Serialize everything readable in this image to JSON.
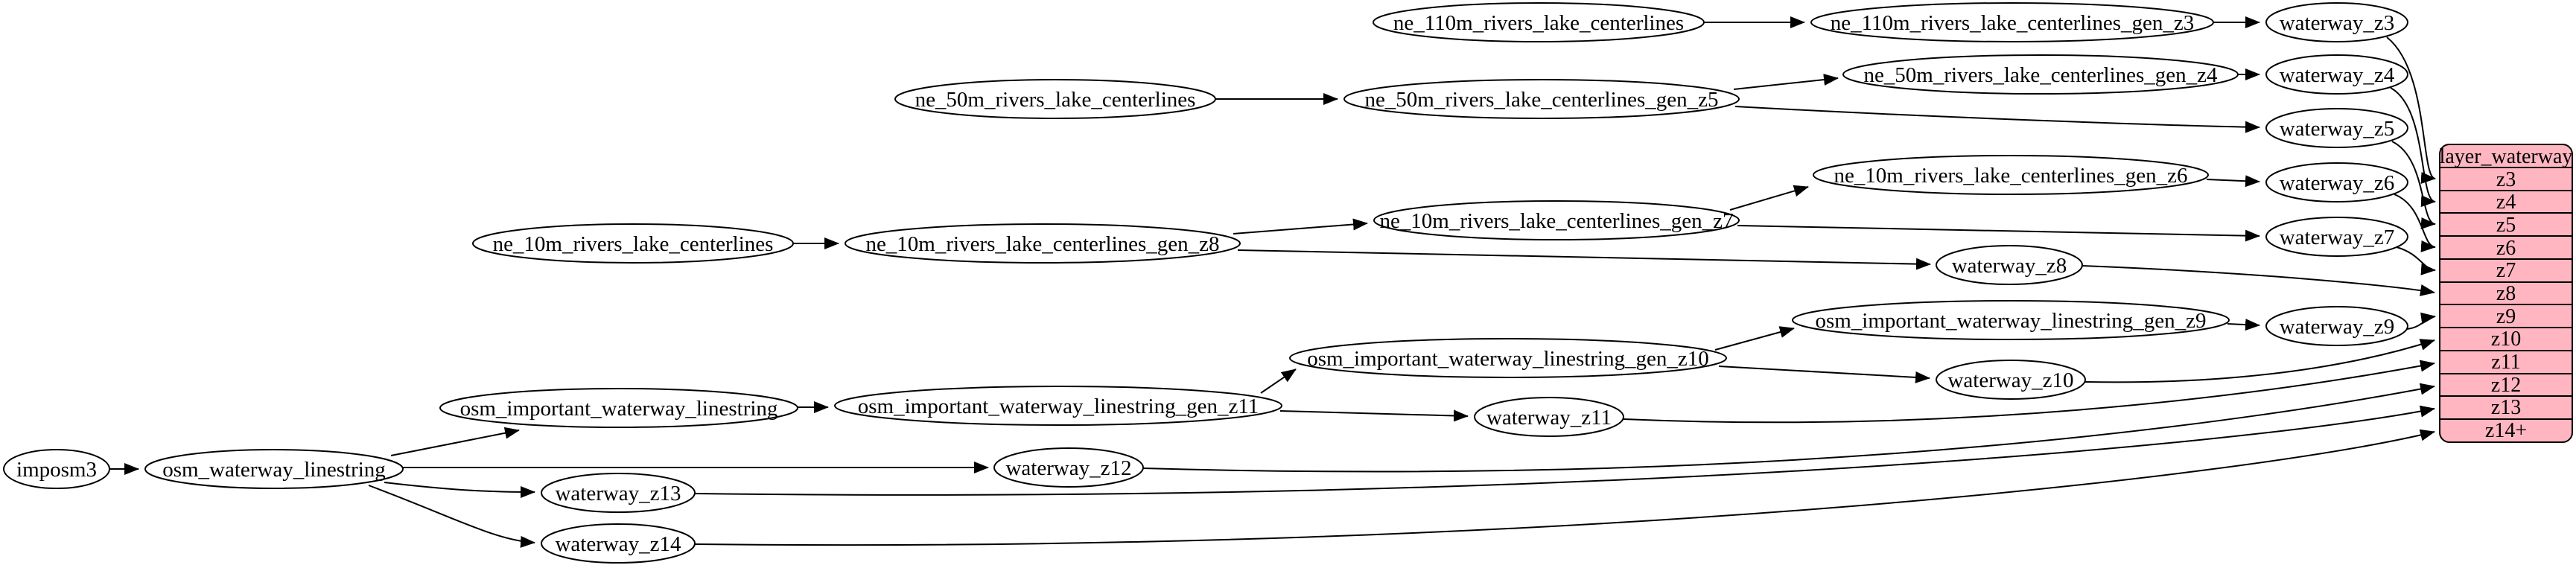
{
  "diagram_type": "etl-dependency-graph",
  "nodes": {
    "imposm3": "imposm3",
    "osm_waterway_linestring": "osm_waterway_linestring",
    "osm_important_waterway_linestring": "osm_important_waterway_linestring",
    "osm_important_waterway_linestring_gen_z11": "osm_important_waterway_linestring_gen_z11",
    "osm_important_waterway_linestring_gen_z10": "osm_important_waterway_linestring_gen_z10",
    "osm_important_waterway_linestring_gen_z9": "osm_important_waterway_linestring_gen_z9",
    "ne_110m_rivers_lake_centerlines": "ne_110m_rivers_lake_centerlines",
    "ne_110m_rivers_lake_centerlines_gen_z3": "ne_110m_rivers_lake_centerlines_gen_z3",
    "ne_50m_rivers_lake_centerlines": "ne_50m_rivers_lake_centerlines",
    "ne_50m_rivers_lake_centerlines_gen_z5": "ne_50m_rivers_lake_centerlines_gen_z5",
    "ne_50m_rivers_lake_centerlines_gen_z4": "ne_50m_rivers_lake_centerlines_gen_z4",
    "ne_10m_rivers_lake_centerlines": "ne_10m_rivers_lake_centerlines",
    "ne_10m_rivers_lake_centerlines_gen_z8": "ne_10m_rivers_lake_centerlines_gen_z8",
    "ne_10m_rivers_lake_centerlines_gen_z7": "ne_10m_rivers_lake_centerlines_gen_z7",
    "ne_10m_rivers_lake_centerlines_gen_z6": "ne_10m_rivers_lake_centerlines_gen_z6",
    "waterway_z3": "waterway_z3",
    "waterway_z4": "waterway_z4",
    "waterway_z5": "waterway_z5",
    "waterway_z6": "waterway_z6",
    "waterway_z7": "waterway_z7",
    "waterway_z8": "waterway_z8",
    "waterway_z9": "waterway_z9",
    "waterway_z10": "waterway_z10",
    "waterway_z11": "waterway_z11",
    "waterway_z12": "waterway_z12",
    "waterway_z13": "waterway_z13",
    "waterway_z14": "waterway_z14"
  },
  "record": {
    "title": "layer_waterway",
    "rows": [
      "z3",
      "z4",
      "z5",
      "z6",
      "z7",
      "z8",
      "z9",
      "z10",
      "z11",
      "z12",
      "z13",
      "z14+"
    ]
  },
  "edges": [
    [
      "imposm3",
      "osm_waterway_linestring"
    ],
    [
      "osm_waterway_linestring",
      "osm_important_waterway_linestring"
    ],
    [
      "osm_waterway_linestring",
      "waterway_z12"
    ],
    [
      "osm_waterway_linestring",
      "waterway_z13"
    ],
    [
      "osm_waterway_linestring",
      "waterway_z14"
    ],
    [
      "osm_important_waterway_linestring",
      "osm_important_waterway_linestring_gen_z11"
    ],
    [
      "osm_important_waterway_linestring_gen_z11",
      "osm_important_waterway_linestring_gen_z10"
    ],
    [
      "osm_important_waterway_linestring_gen_z11",
      "waterway_z11"
    ],
    [
      "osm_important_waterway_linestring_gen_z10",
      "osm_important_waterway_linestring_gen_z9"
    ],
    [
      "osm_important_waterway_linestring_gen_z10",
      "waterway_z10"
    ],
    [
      "osm_important_waterway_linestring_gen_z9",
      "waterway_z9"
    ],
    [
      "ne_110m_rivers_lake_centerlines",
      "ne_110m_rivers_lake_centerlines_gen_z3"
    ],
    [
      "ne_110m_rivers_lake_centerlines_gen_z3",
      "waterway_z3"
    ],
    [
      "ne_50m_rivers_lake_centerlines",
      "ne_50m_rivers_lake_centerlines_gen_z5"
    ],
    [
      "ne_50m_rivers_lake_centerlines_gen_z5",
      "ne_50m_rivers_lake_centerlines_gen_z4"
    ],
    [
      "ne_50m_rivers_lake_centerlines_gen_z5",
      "waterway_z5"
    ],
    [
      "ne_50m_rivers_lake_centerlines_gen_z4",
      "waterway_z4"
    ],
    [
      "ne_10m_rivers_lake_centerlines",
      "ne_10m_rivers_lake_centerlines_gen_z8"
    ],
    [
      "ne_10m_rivers_lake_centerlines_gen_z8",
      "ne_10m_rivers_lake_centerlines_gen_z7"
    ],
    [
      "ne_10m_rivers_lake_centerlines_gen_z8",
      "waterway_z8"
    ],
    [
      "ne_10m_rivers_lake_centerlines_gen_z7",
      "ne_10m_rivers_lake_centerlines_gen_z6"
    ],
    [
      "ne_10m_rivers_lake_centerlines_gen_z7",
      "waterway_z7"
    ],
    [
      "ne_10m_rivers_lake_centerlines_gen_z6",
      "waterway_z6"
    ],
    [
      "waterway_z3",
      "layer_waterway:z3"
    ],
    [
      "waterway_z4",
      "layer_waterway:z4"
    ],
    [
      "waterway_z5",
      "layer_waterway:z5"
    ],
    [
      "waterway_z6",
      "layer_waterway:z6"
    ],
    [
      "waterway_z7",
      "layer_waterway:z7"
    ],
    [
      "waterway_z8",
      "layer_waterway:z8"
    ],
    [
      "waterway_z9",
      "layer_waterway:z9"
    ],
    [
      "waterway_z10",
      "layer_waterway:z10"
    ],
    [
      "waterway_z11",
      "layer_waterway:z11"
    ],
    [
      "waterway_z12",
      "layer_waterway:z12"
    ],
    [
      "waterway_z13",
      "layer_waterway:z13"
    ],
    [
      "waterway_z14",
      "layer_waterway:z14+"
    ]
  ],
  "colors": {
    "record_fill": "#ffb6c1",
    "record_stroke": "#000000",
    "node_fill": "#ffffff",
    "node_stroke": "#000000",
    "edge_stroke": "#000000",
    "background": "#ffffff"
  }
}
